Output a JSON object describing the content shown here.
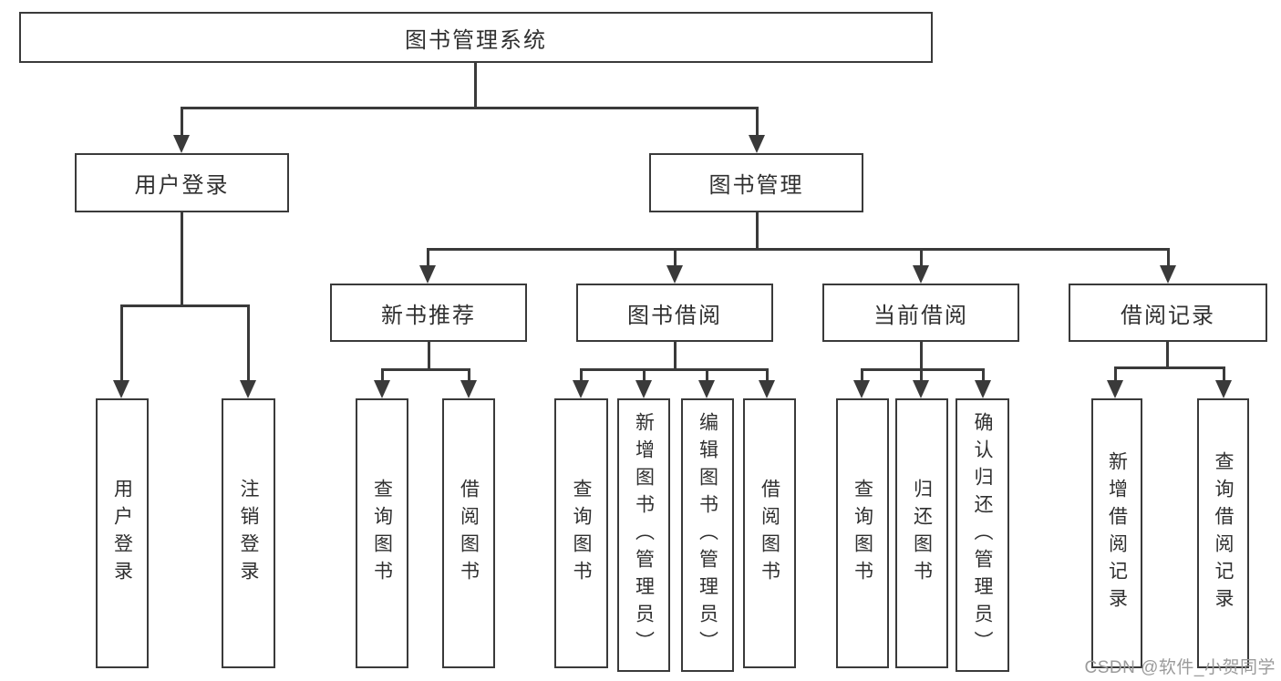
{
  "colors": {
    "line": "#3a3a3a",
    "text": "#303030",
    "watermark": "#9b9b9b",
    "background": "#ffffff"
  },
  "diagram": {
    "root": {
      "label": "图书管理系统"
    },
    "level2": {
      "user_login": {
        "label": "用户登录"
      },
      "book_management": {
        "label": "图书管理"
      }
    },
    "level3": {
      "new_book_recommend": {
        "label": "新书推荐"
      },
      "book_borrowing": {
        "label": "图书借阅"
      },
      "current_borrowing": {
        "label": "当前借阅"
      },
      "borrowing_records": {
        "label": "借阅记录"
      }
    },
    "leaves": {
      "user_login": {
        "label": "用户登录"
      },
      "logout": {
        "label": "注销登录"
      },
      "recommend_query_books": {
        "label": "查询图书"
      },
      "recommend_borrow_books": {
        "label": "借阅图书"
      },
      "borrowing_query_books": {
        "label": "查询图书"
      },
      "borrowing_add_books": {
        "label": "新增图书（管理员）"
      },
      "borrowing_edit_books": {
        "label": "编辑图书（管理员）"
      },
      "borrowing_borrow_books": {
        "label": "借阅图书"
      },
      "current_query_books": {
        "label": "查询图书"
      },
      "current_return_books": {
        "label": "归还图书"
      },
      "current_confirm_return": {
        "label": "确认归还（管理员）"
      },
      "records_add_record": {
        "label": "新增借阅记录"
      },
      "records_query_record": {
        "label": "查询借阅记录"
      }
    },
    "watermark": {
      "label": "CSDN @软件_小贺同学"
    }
  }
}
